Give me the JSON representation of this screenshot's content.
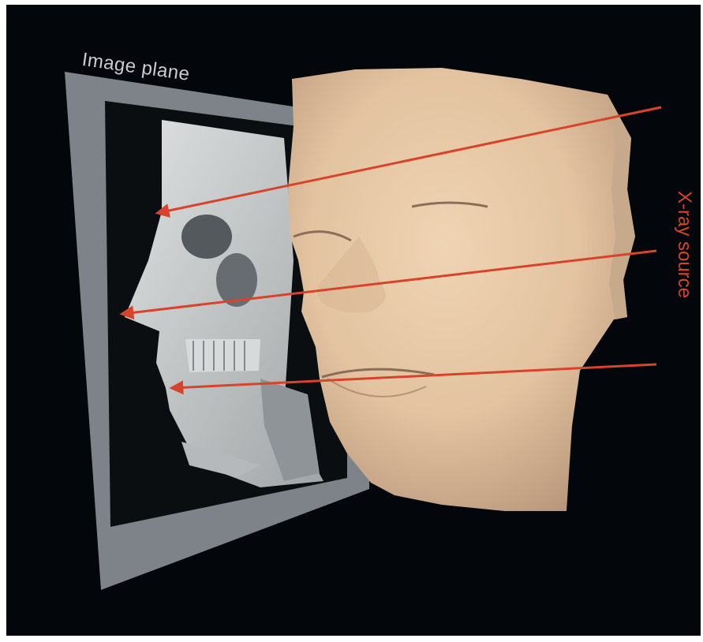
{
  "labels": {
    "image_plane": "Image plane",
    "xray_source": "X-ray source"
  },
  "colors": {
    "background": "#03070b",
    "plane": "#7d8388",
    "detector": "#0b0e10",
    "skin": "#e3c3a0",
    "ray": "#d8432b",
    "label_light": "#c9cdd0"
  },
  "rays": [
    {
      "target": "nasion"
    },
    {
      "target": "nose-tip"
    },
    {
      "target": "lip"
    }
  ]
}
